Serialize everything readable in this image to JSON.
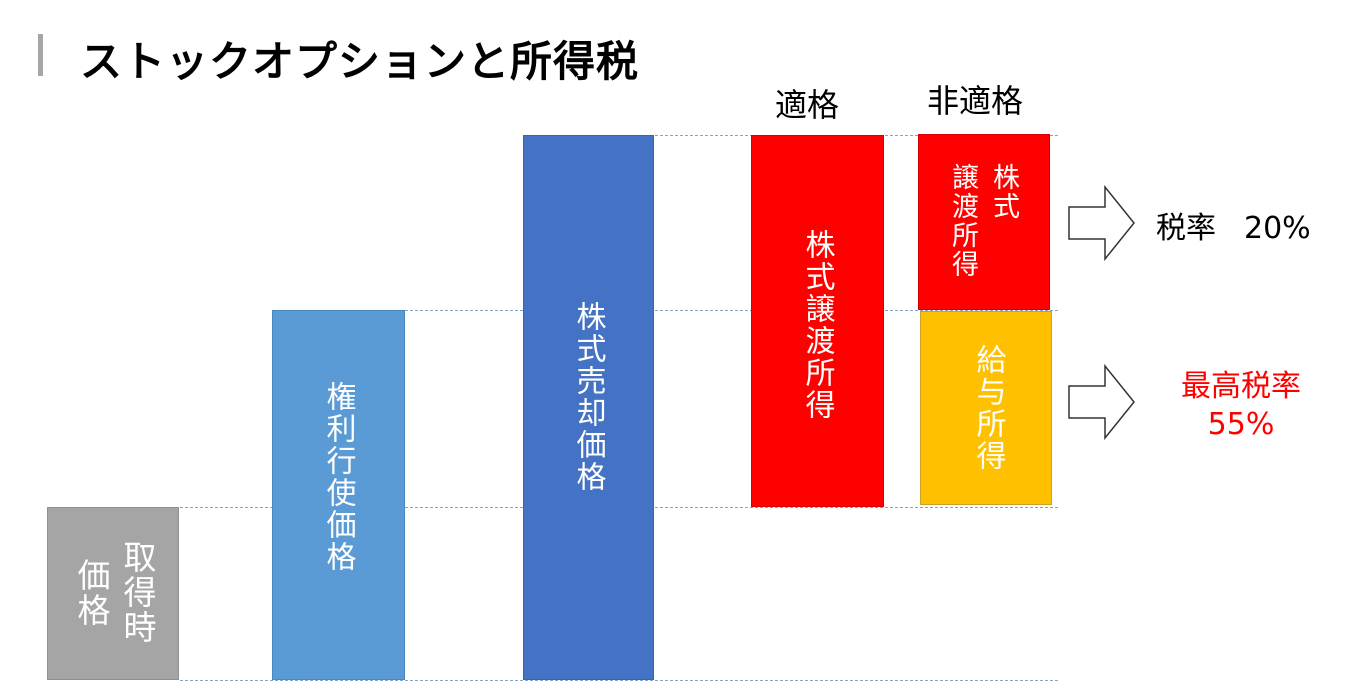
{
  "title": "ストックオプションと所得税",
  "headers": {
    "qualified": "適格",
    "non_qualified": "非適格"
  },
  "bars": {
    "acquisition": {
      "col1": "取得時",
      "col2": "価格"
    },
    "exercise": "権利行使価格",
    "sale": "株式売却価格",
    "qualified_gain": "株式譲渡所得",
    "nq_capital": {
      "col1": "株式",
      "col2": "譲渡所得"
    },
    "nq_salary": "給与所得"
  },
  "rates": {
    "capital_gain": {
      "label": "税率",
      "value": "20%"
    },
    "salary": {
      "line1": "最高税率",
      "line2": "55%"
    }
  },
  "colors": {
    "gray": "#a5a5a5",
    "light_blue": "#5b9bd5",
    "blue": "#4472c4",
    "red": "#ff0000",
    "gold": "#ffc000",
    "red_text": "#ff0000"
  }
}
